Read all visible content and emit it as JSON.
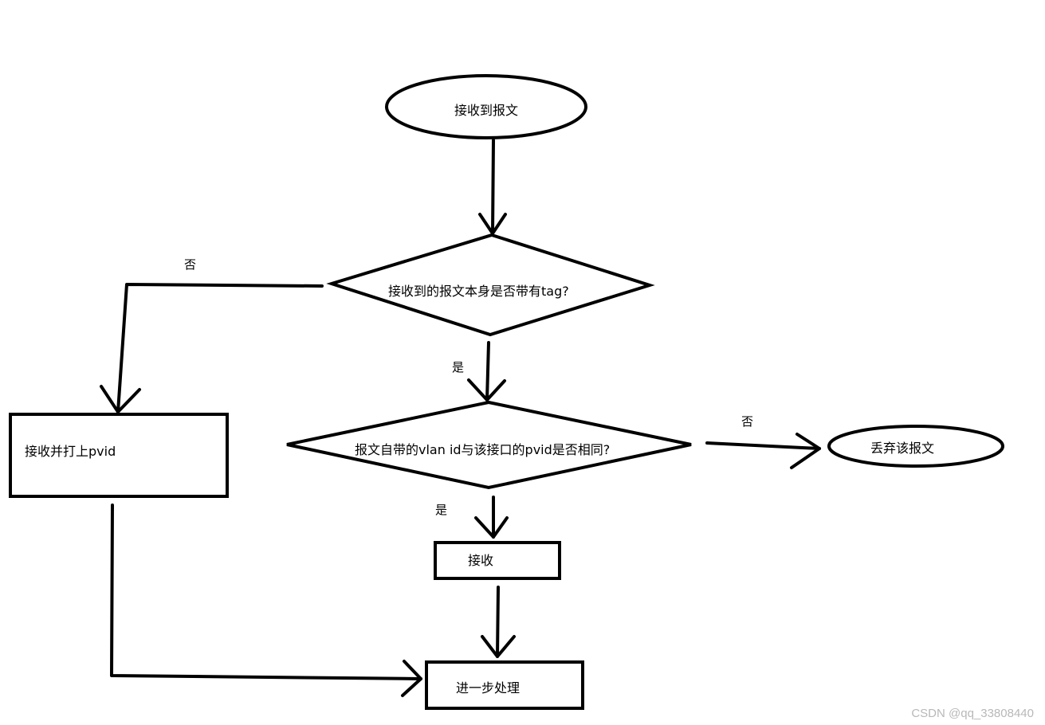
{
  "nodes": {
    "start": "接收到报文",
    "decision_tag": "接收到的报文本身是否带有tag?",
    "tag_pvid": "接收并打上pvid",
    "decision_vlan": "报文自带的vlan id与该接口的pvid是否相同?",
    "discard": "丢弃该报文",
    "accept": "接收",
    "process": "进一步处理"
  },
  "edges": {
    "tag_no": "否",
    "tag_yes": "是",
    "vlan_no": "否",
    "vlan_yes": "是"
  },
  "watermark": "CSDN @qq_33808440"
}
